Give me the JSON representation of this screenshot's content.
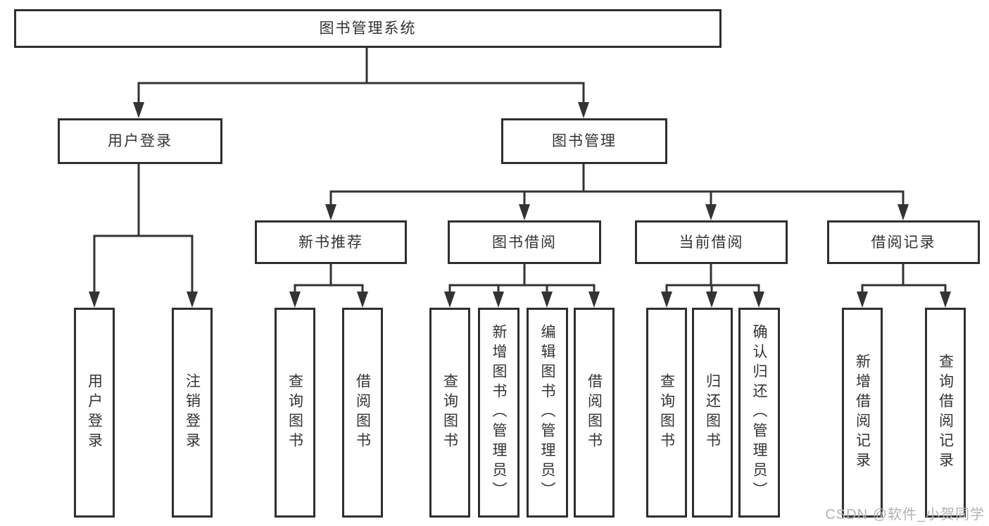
{
  "root": {
    "label": "图书管理系统"
  },
  "branches": [
    {
      "label": "用户登录",
      "children": [
        {
          "label": "用户登录"
        },
        {
          "label": "注销登录"
        }
      ]
    },
    {
      "label": "图书管理",
      "children": [
        {
          "label": "新书推荐",
          "children": [
            {
              "label": "查询图书"
            },
            {
              "label": "借阅图书"
            }
          ]
        },
        {
          "label": "图书借阅",
          "children": [
            {
              "label": "查询图书"
            },
            {
              "label": "新增图书（管理员）"
            },
            {
              "label": "编辑图书（管理员）"
            },
            {
              "label": "借阅图书"
            }
          ]
        },
        {
          "label": "当前借阅",
          "children": [
            {
              "label": "查询图书"
            },
            {
              "label": "归还图书"
            },
            {
              "label": "确认归还（管理员）"
            }
          ]
        },
        {
          "label": "借阅记录",
          "children": [
            {
              "label": "新增借阅记录"
            },
            {
              "label": "查询借阅记录"
            }
          ]
        }
      ]
    }
  ],
  "watermark": "CSDN @软件_小贺同学",
  "colors": {
    "line": "#333333",
    "box_border": "#2f2f2f",
    "text": "#333333",
    "watermark": "#b2b2b2",
    "background": "#ffffff"
  }
}
